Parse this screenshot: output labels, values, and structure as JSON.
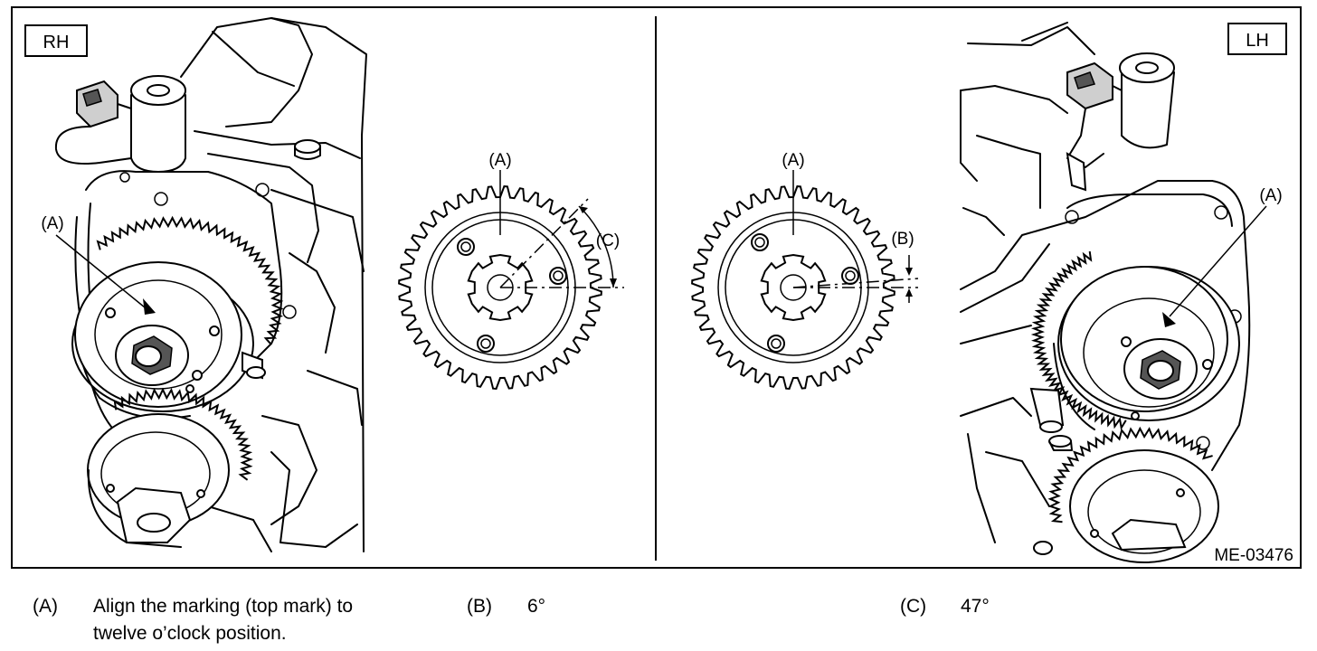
{
  "figure": {
    "left_panel_label": "RH",
    "right_panel_label": "LH",
    "reference_code": "ME-03476",
    "callouts": {
      "a": "(A)",
      "b": "(B)",
      "c": "(C)"
    }
  },
  "legend": [
    {
      "key": "(A)",
      "text_line1": "Align the marking (top mark) to",
      "text_line2": "twelve o’clock position."
    },
    {
      "key": "(B)",
      "text_line1": "6°"
    },
    {
      "key": "(C)",
      "text_line1": "47°"
    }
  ]
}
